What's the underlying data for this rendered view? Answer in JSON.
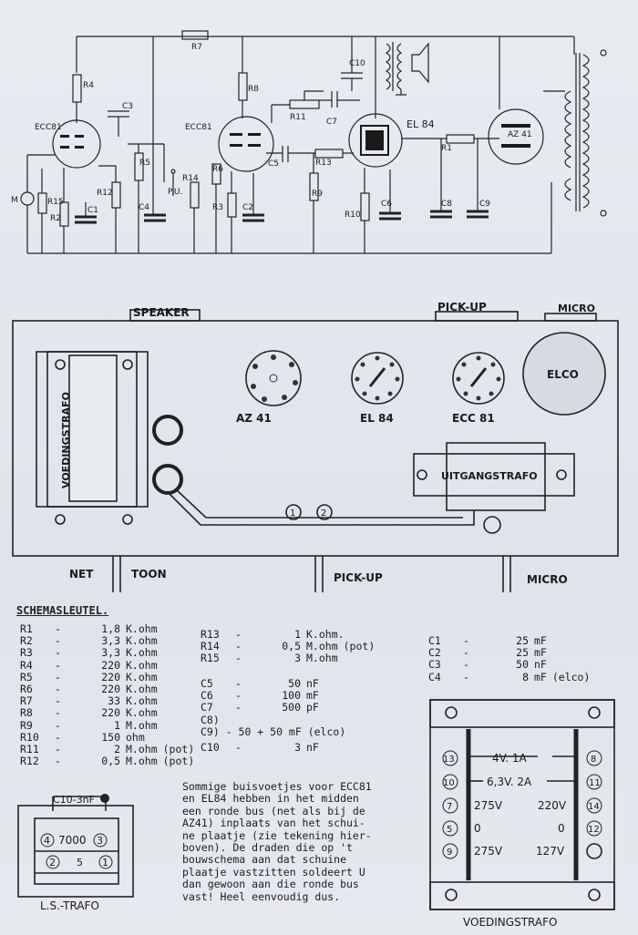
{
  "schematic": {
    "tubes": {
      "v1": "ECC81",
      "v2": "ECC81",
      "v3": "EL 84",
      "v4": "AZ 41"
    },
    "labels": {
      "r7": "R7",
      "r4": "R4",
      "c3": "C3",
      "r8": "R8",
      "c10": "C10",
      "r11": "R11",
      "c7": "C7",
      "r1": "R1",
      "r5": "R5",
      "r14": "R14",
      "pu": "P.U.",
      "r6": "R6",
      "c5": "C5",
      "r13": "R13",
      "r12": "R12",
      "r9": "R9",
      "m": "M",
      "r15": "R15",
      "r2": "R2",
      "c1": "C1",
      "c4": "C4",
      "r3": "R3",
      "c2": "C2",
      "r10": "R10",
      "c6": "C6",
      "c8": "C8",
      "c9": "C9"
    }
  },
  "chassis": {
    "speaker": "SPEAKER",
    "pickup_top": "PICK-UP",
    "micro_top": "MICRO",
    "power_transformer": "VOEDINGSTRAFO",
    "tubes": [
      "AZ 41",
      "EL 84",
      "ECC 81"
    ],
    "elco": "ELCO",
    "output_transformer": "UITGANGSTRAFO",
    "point1": "1",
    "point2": "2",
    "net": "NET",
    "toon": "TOON",
    "pickup_bottom": "PICK-UP",
    "micro_bottom": "MICRO"
  },
  "legend": {
    "title": "SCHEMASLEUTEL.",
    "col1": [
      {
        "ref": "R1",
        "dash": "-",
        "val": "1,8",
        "unit": "K.ohm",
        "note": ""
      },
      {
        "ref": "R2",
        "dash": "-",
        "val": "3,3",
        "unit": "K.ohm",
        "note": ""
      },
      {
        "ref": "R3",
        "dash": "-",
        "val": "3,3",
        "unit": "K.ohm",
        "note": ""
      },
      {
        "ref": "R4",
        "dash": "-",
        "val": "220",
        "unit": "K.ohm",
        "note": ""
      },
      {
        "ref": "R5",
        "dash": "-",
        "val": "220",
        "unit": "K.ohm",
        "note": ""
      },
      {
        "ref": "R6",
        "dash": "-",
        "val": "220",
        "unit": "K.ohm",
        "note": ""
      },
      {
        "ref": "R7",
        "dash": "-",
        "val": "33",
        "unit": "K.ohm",
        "note": ""
      },
      {
        "ref": "R8",
        "dash": "-",
        "val": "220",
        "unit": "K.ohm",
        "note": ""
      },
      {
        "ref": "R9",
        "dash": "-",
        "val": "1",
        "unit": "M.ohm",
        "note": ""
      },
      {
        "ref": "R10",
        "dash": "-",
        "val": "150",
        "unit": "ohm",
        "note": ""
      },
      {
        "ref": "R11",
        "dash": "-",
        "val": "2",
        "unit": "M.ohm",
        "note": "(pot)"
      },
      {
        "ref": "R12",
        "dash": "-",
        "val": "0,5",
        "unit": "M.ohm",
        "note": "(pot)"
      }
    ],
    "col2a": [
      {
        "ref": "R13",
        "dash": "-",
        "val": "1",
        "unit": "K.ohm.",
        "note": ""
      },
      {
        "ref": "R14",
        "dash": "-",
        "val": "0,5",
        "unit": "M.ohm",
        "note": "(pot)"
      },
      {
        "ref": "R15",
        "dash": "-",
        "val": "3",
        "unit": "M.ohm",
        "note": ""
      }
    ],
    "col2b": [
      {
        "ref": "C5",
        "dash": "-",
        "val": "50",
        "unit": "nF",
        "note": ""
      },
      {
        "ref": "C6",
        "dash": "-",
        "val": "100",
        "unit": "mF",
        "note": ""
      },
      {
        "ref": "C7",
        "dash": "-",
        "val": "500",
        "unit": "pF",
        "note": ""
      }
    ],
    "c8c9_a": "C8)",
    "c8c9_b": "C9) - 50 + 50 mF (elco)",
    "c10": {
      "ref": "C10",
      "dash": "-",
      "val": "3",
      "unit": "nF",
      "note": ""
    },
    "col3": [
      {
        "ref": "C1",
        "dash": "-",
        "val": "25",
        "unit": "mF",
        "note": ""
      },
      {
        "ref": "C2",
        "dash": "-",
        "val": "25",
        "unit": "mF",
        "note": ""
      },
      {
        "ref": "C3",
        "dash": "-",
        "val": "50",
        "unit": "nF",
        "note": ""
      },
      {
        "ref": "C4",
        "dash": "-",
        "val": "8",
        "unit": "mF",
        "note": "(elco)"
      }
    ]
  },
  "note": [
    "Sommige buisvoetjes voor ECC81",
    "en EL84 hebben in het midden",
    "een ronde bus (net als bij de",
    "AZ41) inplaats van het schui-",
    "ne plaatje (zie tekening hier-",
    "boven). De draden die op 't",
    "bouwschema aan dat schuine",
    "plaatje vastzitten soldeert U",
    "dan gewoon aan die ronde bus",
    "vast! Heel eenvoudig dus."
  ],
  "ls_trafo": {
    "cap": "C10-3nF",
    "p4": "4",
    "p3": "3",
    "p2": "2",
    "p1": "1",
    "center": "7000",
    "bottom": "5",
    "caption": "L.S.-TRAFO"
  },
  "voedingstrafo": {
    "caption": "VOEDINGSTRAFO",
    "rows": [
      {
        "left": "13",
        "text": "4V. 1A",
        "right": "8"
      },
      {
        "left": "10",
        "text": "6,3V. 2A",
        "right": "11"
      },
      {
        "left": "7",
        "text_l": "275V",
        "text_r": "220V",
        "right": "14"
      },
      {
        "left": "5",
        "text_l": "0",
        "text_r": "0",
        "right": "12"
      },
      {
        "left": "9",
        "text_l": "275V",
        "text_r": "127V",
        "right": ""
      }
    ]
  }
}
